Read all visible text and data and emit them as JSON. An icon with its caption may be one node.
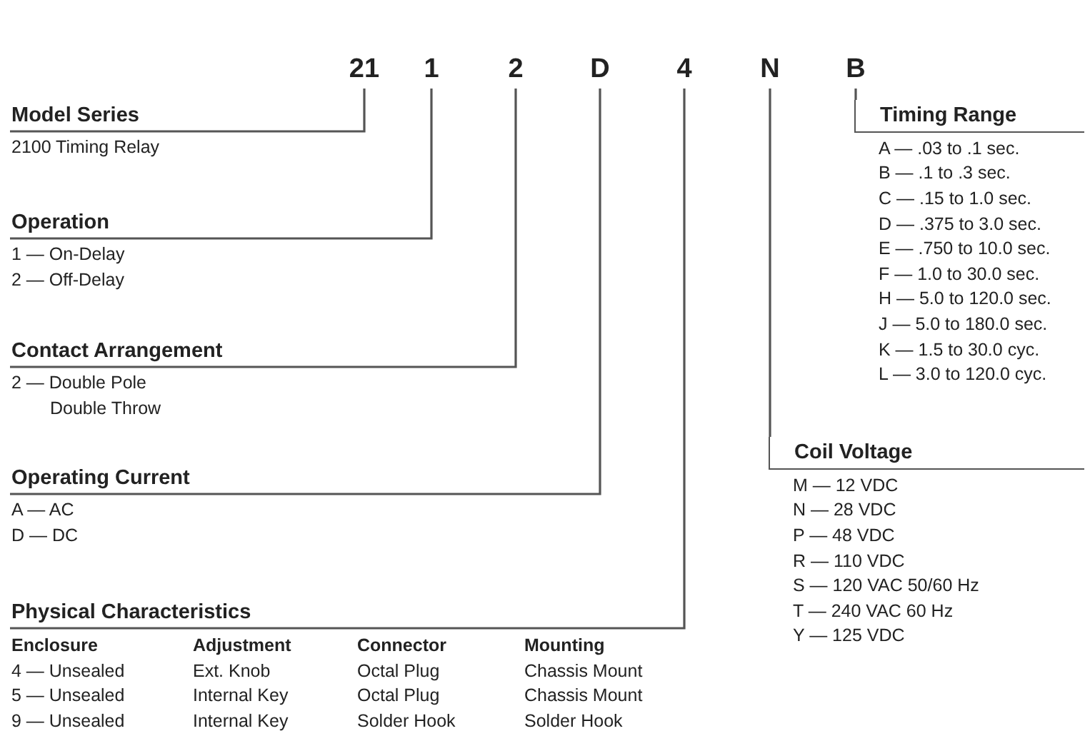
{
  "diagram": {
    "nodes": [
      {
        "text": [
          "21"
        ]
      },
      {
        "text": [
          "1"
        ]
      },
      {
        "text": [
          "2"
        ]
      },
      {
        "text": [
          "D"
        ]
      },
      {
        "text": [
          "4"
        ]
      },
      {
        "text": [
          "N"
        ]
      },
      {
        "text": [
          "B"
        ]
      },
      {
        "text": [
          "Model Series",
          "2100 Timing Relay"
        ]
      },
      {
        "text": [
          "Operation",
          "1 — On-Delay",
          "2 — Off-Delay"
        ]
      },
      {
        "text": [
          "Contact Arrangement",
          "2 — Double Pole Double Throw"
        ]
      },
      {
        "text": [
          "Operating Current",
          "A — AC",
          "D — DC"
        ]
      },
      {
        "text": [
          "Physical Characteristics"
        ]
      },
      {
        "text": [
          "Timing Range",
          "A — .03 to .1 sec.",
          "B — .1 to .3 sec.",
          "C — .15 to 1.0 sec.",
          "D — .375 to 3.0 sec.",
          "E — .750 to 10.0 sec.",
          "F — 1.0 to 30.0 sec.",
          "H — 5.0 to 120.0 sec.",
          "J — 5.0 to 180.0 sec.",
          "K — 1.5 to 30.0 cyc.",
          "L — 3.0 to 120.0 cyc."
        ]
      },
      {
        "text": [
          "Coil Voltage",
          "M — 12 VDC",
          "N — 28 VDC",
          "P — 48 VDC",
          "R — 110 VDC",
          "S — 120 VAC 50/60 Hz",
          "T — 240 VAC 60 Hz",
          "Y — 125 VDC"
        ]
      }
    ],
    "edges": [
      {
        "from": 0,
        "to": 7,
        "arrow": "none"
      },
      {
        "from": 1,
        "to": 8,
        "arrow": "none"
      },
      {
        "from": 2,
        "to": 9,
        "arrow": "none"
      },
      {
        "from": 3,
        "to": 10,
        "arrow": "none"
      },
      {
        "from": 4,
        "to": 11,
        "arrow": "none"
      },
      {
        "from": 5,
        "to": 13,
        "arrow": "none"
      },
      {
        "from": 6,
        "to": 12,
        "arrow": "none"
      }
    ],
    "labels": [
      "Enclosure",
      "Adjustment",
      "Connector",
      "Mounting",
      "4 — Unsealed",
      "Ext. Knob",
      "Octal Plug",
      "Chassis Mount",
      "5 — Unsealed",
      "Internal Key",
      "Octal Plug",
      "Chassis Mount",
      "9 — Unsealed",
      "Internal Key",
      "Solder Hook",
      "Solder Hook"
    ]
  }
}
